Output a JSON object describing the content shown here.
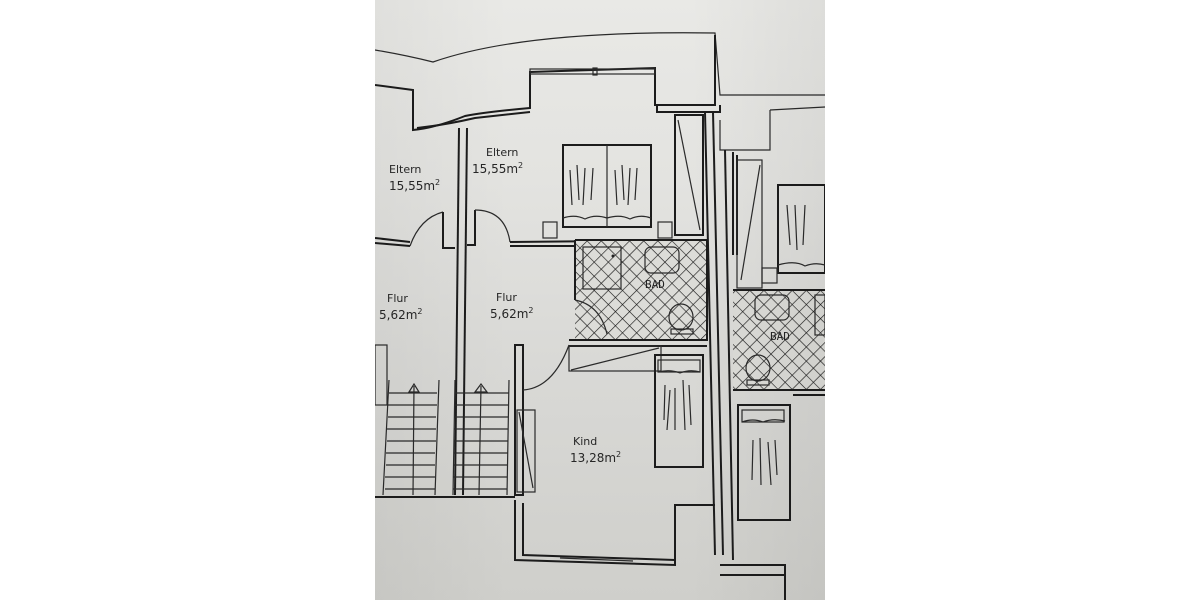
{
  "plan": {
    "rooms": [
      {
        "id": "eltern_left",
        "name": "Eltern",
        "area": "15,55m",
        "sup": "2"
      },
      {
        "id": "eltern_center",
        "name": "Eltern",
        "area": "15,55m",
        "sup": "2"
      },
      {
        "id": "flur_left",
        "name": "Flur",
        "area": "5,62m",
        "sup": "2"
      },
      {
        "id": "flur_center",
        "name": "Flur",
        "area": "5,62m",
        "sup": "2"
      },
      {
        "id": "kind",
        "name": "Kind",
        "area": "13,28m",
        "sup": "2"
      }
    ],
    "bath_labels": [
      "BAD",
      "BAD"
    ],
    "colors": {
      "paper": "#e3e3e0",
      "ink": "#1c1c1c",
      "background": "#ffffff"
    }
  }
}
